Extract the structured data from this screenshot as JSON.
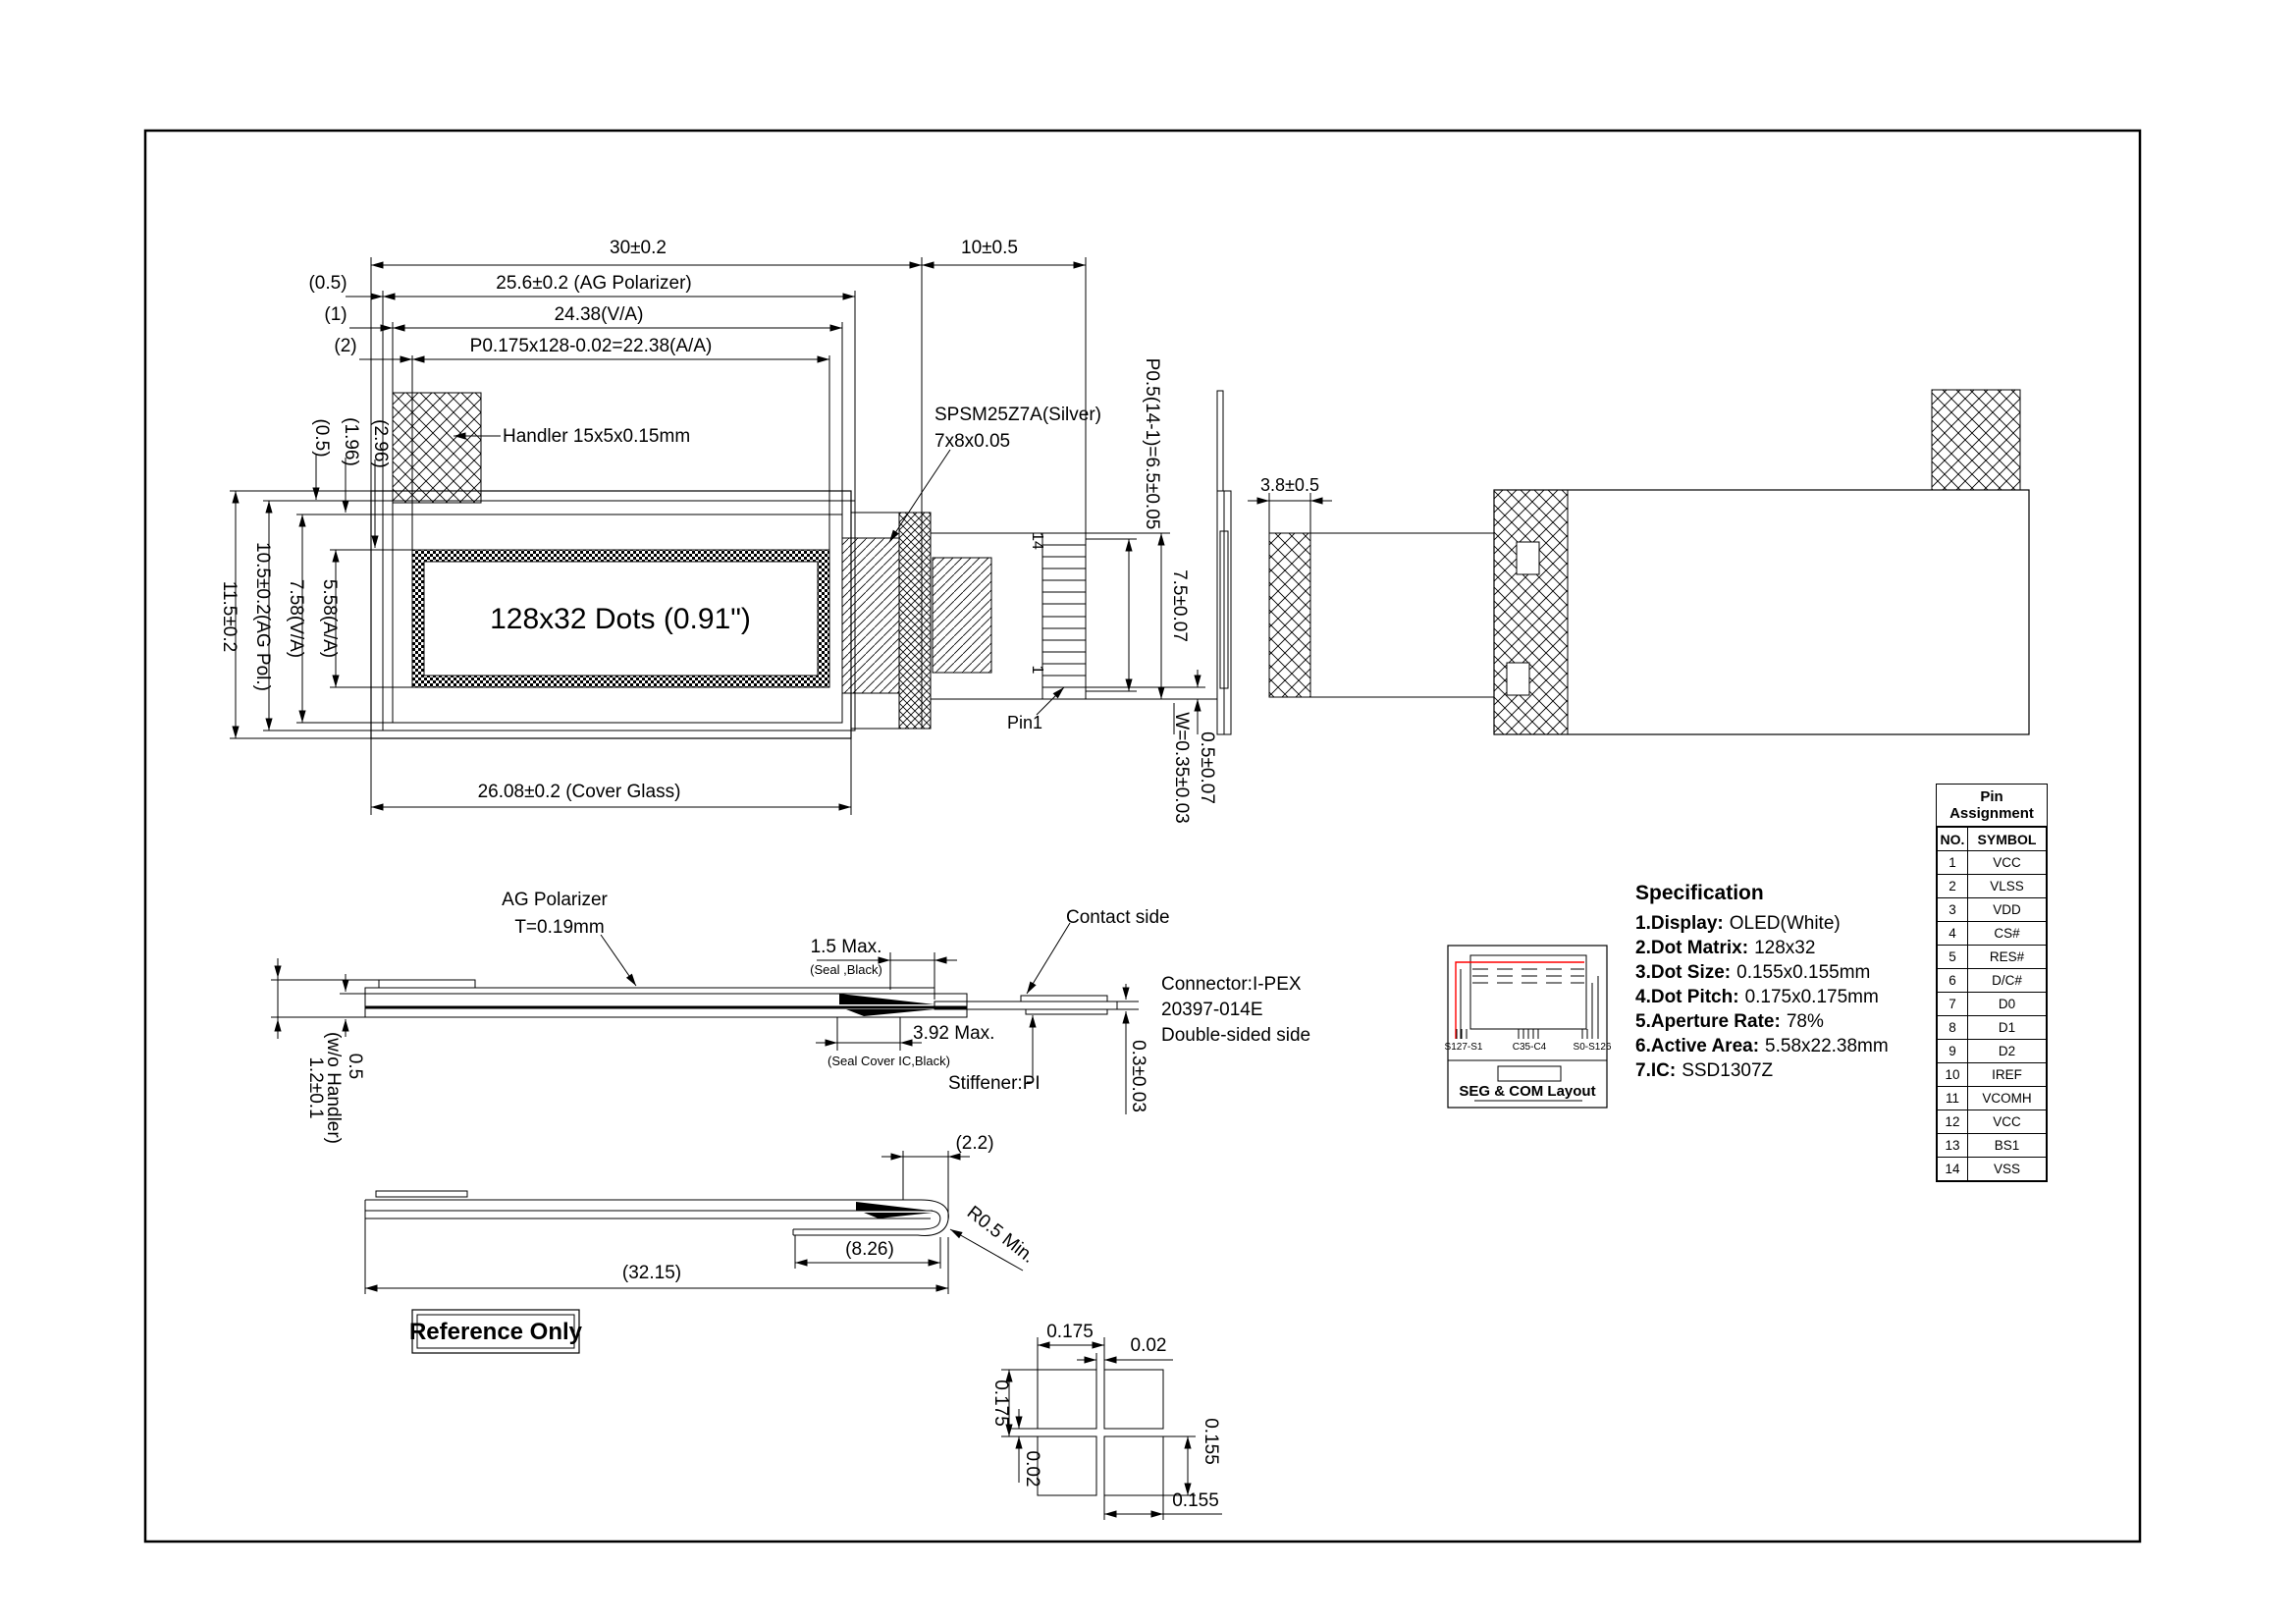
{
  "front": {
    "dim_total_w": "30±0.2",
    "dim_fpc_len": "10±0.5",
    "dim_agpol_w": "25.6±0.2 (AG Polarizer)",
    "dim_va_w": "24.38(V/A)",
    "dim_aa_w": "P0.175x128-0.02=22.38(A/A)",
    "off_h_05": "(0.5)",
    "off_h_1": "(1)",
    "off_h_2": "(2)",
    "off_v_05": "(0.5)",
    "off_v_196": "(1.96)",
    "off_v_296": "(2.96)",
    "dim_total_h": "11.5±0.2",
    "dim_agpol_h": "10.5±0.2(AG Pol.)",
    "dim_va_h": "7.58(V/A)",
    "dim_aa_h": "5.58(A/A)",
    "display": "128x32 Dots (0.91\")",
    "dim_cover": "26.08±0.2 (Cover Glass)",
    "handler": "Handler 15x5x0.15mm",
    "spacer1": "SPSM25Z7A(Silver)",
    "spacer2": "7x8x0.05",
    "pin14": "14",
    "pin1": "1",
    "pin1_label": "Pin1",
    "dim_pins": "P0.5(14-1)=6.5±0.05",
    "dim_fpc_w": "7.5±0.07",
    "dim_pin_edge": "0.5±0.07",
    "dim_pin_w": "W=0.35±0.03"
  },
  "back": {
    "dim_tape": "3.8±0.5"
  },
  "profile": {
    "agpol1": "AG Polarizer",
    "agpol2": "T=0.19mm",
    "seal_dim": "1.5 Max.",
    "seal_note": "(Seal ,Black)",
    "cover_dim": "3.92 Max.",
    "cover_note": "(Seal Cover IC,Black)",
    "stiffener": "Stiffener:PI",
    "contact": "Contact side",
    "conn1": "Connector:I-PEX",
    "conn2": "20397-014E",
    "conn3": "Double-sided side",
    "fpc_t": "0.3±0.03",
    "total_t": "1.2±0.1",
    "total_t_note": "(w/o Handler)",
    "glass_t": "0.5"
  },
  "bent": {
    "ext": "(2.2)",
    "tail": "(8.26)",
    "radius": "R0.5 Min.",
    "total": "(32.15)",
    "reference": "Reference Only"
  },
  "dot": {
    "pitch_h": "0.175",
    "gap_h": "0.02",
    "pitch_v": "0.175",
    "gap_v": "0.02",
    "size_h": "0.155",
    "size_v": "0.155"
  },
  "seg": {
    "left": "S127-S1",
    "mid": "C35-C4",
    "right": "S0-S126",
    "title": "SEG & COM Layout"
  },
  "spec": {
    "title": "Specification",
    "items": [
      {
        "label": "1.Display:",
        "value": "OLED(White)"
      },
      {
        "label": "2.Dot Matrix:",
        "value": "128x32"
      },
      {
        "label": "3.Dot Size:",
        "value": "0.155x0.155mm"
      },
      {
        "label": "4.Dot Pitch:",
        "value": "0.175x0.175mm"
      },
      {
        "label": "5.Aperture Rate:",
        "value": "78%"
      },
      {
        "label": "6.Active Area:",
        "value": "5.58x22.38mm"
      },
      {
        "label": "7.IC:",
        "value": "SSD1307Z"
      }
    ]
  },
  "pin_table": {
    "title": "Pin Assignment",
    "headers": [
      "NO.",
      "SYMBOL"
    ],
    "rows": [
      {
        "no": "1",
        "symbol": "VCC"
      },
      {
        "no": "2",
        "symbol": "VLSS"
      },
      {
        "no": "3",
        "symbol": "VDD"
      },
      {
        "no": "4",
        "symbol": "CS#"
      },
      {
        "no": "5",
        "symbol": "RES#"
      },
      {
        "no": "6",
        "symbol": "D/C#"
      },
      {
        "no": "7",
        "symbol": "D0"
      },
      {
        "no": "8",
        "symbol": "D1"
      },
      {
        "no": "9",
        "symbol": "D2"
      },
      {
        "no": "10",
        "symbol": "IREF"
      },
      {
        "no": "11",
        "symbol": "VCOMH"
      },
      {
        "no": "12",
        "symbol": "VCC"
      },
      {
        "no": "13",
        "symbol": "BS1"
      },
      {
        "no": "14",
        "symbol": "VSS"
      }
    ]
  },
  "colors": {
    "line": "#000000",
    "accent_red": "#ff0000"
  }
}
